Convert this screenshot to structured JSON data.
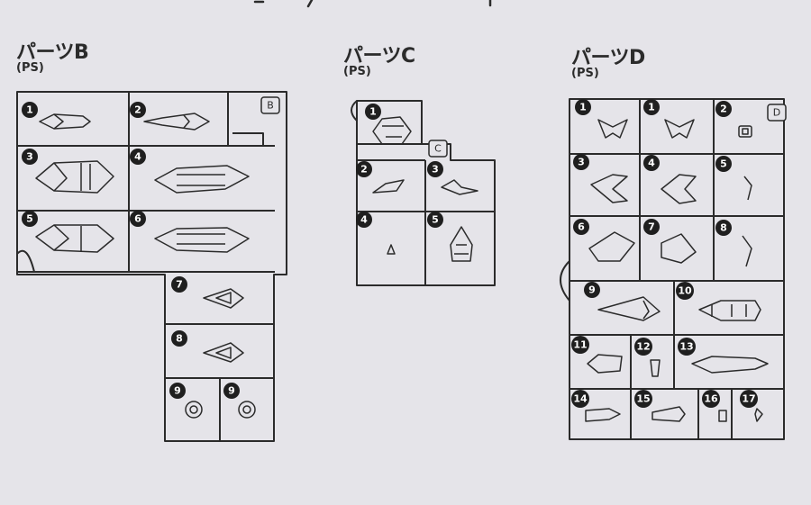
{
  "sheets": [
    {
      "id": "B",
      "name": "パーツB",
      "material": "(PS)",
      "runner_tag": "B",
      "parts": [
        "1",
        "2",
        "3",
        "4",
        "5",
        "6",
        "7",
        "8",
        "9",
        "9"
      ]
    },
    {
      "id": "C",
      "name": "パーツC",
      "material": "(PS)",
      "runner_tag": "C",
      "parts": [
        "1",
        "2",
        "3",
        "4",
        "5"
      ]
    },
    {
      "id": "D",
      "name": "パーツD",
      "material": "(PS)",
      "runner_tag": "D",
      "parts": [
        "1",
        "1",
        "2",
        "3",
        "4",
        "5",
        "6",
        "7",
        "8",
        "9",
        "10",
        "11",
        "12",
        "13",
        "14",
        "15",
        "16",
        "17"
      ]
    }
  ],
  "colors": {
    "background": "#e5e4e9",
    "line": "#2b2b2b",
    "badge": "#1f1f1f"
  }
}
